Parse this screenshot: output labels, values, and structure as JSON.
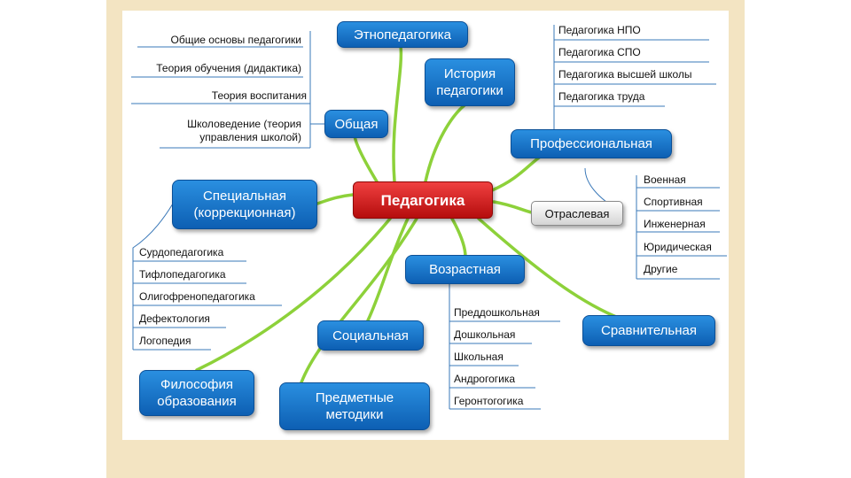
{
  "center": "Педагогика",
  "nodes": {
    "ethno": "Этнопедагогика",
    "history": "История\nпедагогики",
    "general": "Общая",
    "professional": "Профессиональная",
    "special": "Специальная\n(коррекционная)",
    "branch": "Отраслевая",
    "age": "Возрастная",
    "social": "Социальная",
    "comparative": "Сравнительная",
    "philosophy": "Философия\nобразования",
    "subject": "Предметные\nметодики"
  },
  "general_items": [
    "Общие основы педагогики",
    "Теория обучения (дидактика)",
    "Теория воспитания",
    "Школоведение (теория\nуправления школой)"
  ],
  "professional_items": [
    "Педагогика НПО",
    "Педагогика СПО",
    "Педагогика высшей школы",
    "Педагогика труда"
  ],
  "branch_items": [
    "Военная",
    "Спортивная",
    "Инженерная",
    "Юридическая",
    "Другие"
  ],
  "special_items": [
    "Сурдопедагогика",
    "Тифлопедагогика",
    "Олигофренопедагогика",
    "Дефектология",
    "Логопедия"
  ],
  "age_items": [
    "Преддошкольная",
    "Дошкольная",
    "Школьная",
    "Андрогогика",
    "Геронтогогика"
  ],
  "colors": {
    "node": "#1a73c9",
    "center": "#d91c1c",
    "link": "#8dd13a",
    "line": "#3a78b8"
  }
}
